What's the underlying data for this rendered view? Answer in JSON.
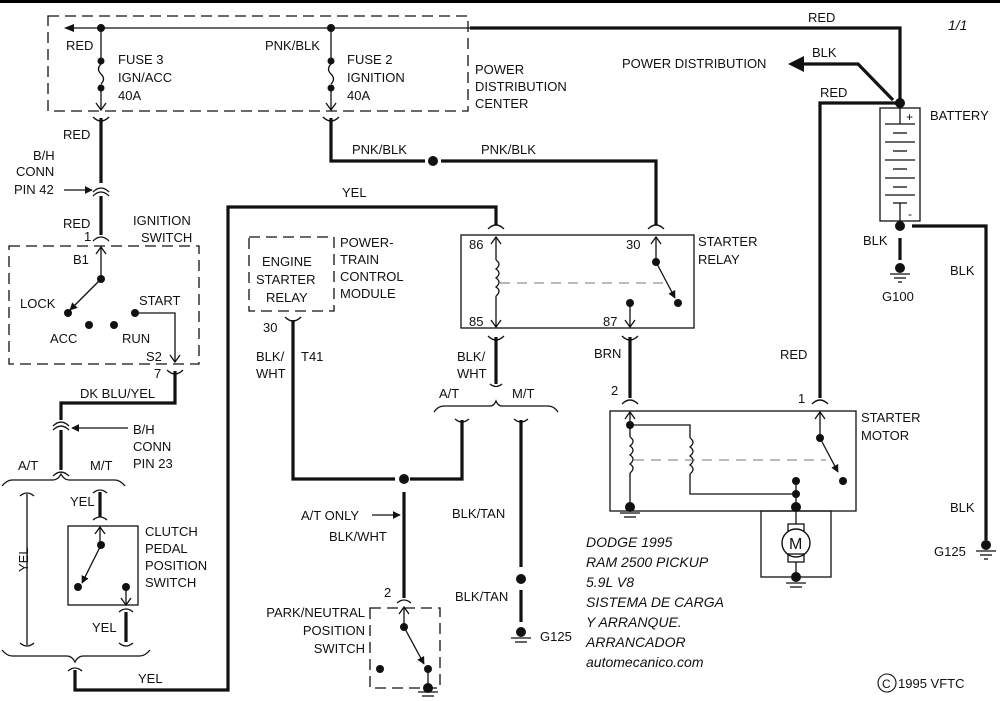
{
  "diagram": {
    "title_lines": [
      "DODGE 1995",
      "RAM 2500 PICKUP",
      "5.9L  V8",
      "SISTEMA DE CARGA",
      "Y ARRANQUE.",
      "ARRANCADOR",
      "automecanico.com"
    ],
    "page_number": "1/1",
    "copyright": "1995 VFTC",
    "copyright_symbol": "C"
  },
  "components": {
    "pdc": {
      "lines": [
        "POWER",
        "DISTRIBUTION",
        "CENTER"
      ]
    },
    "fuse3": {
      "lines": [
        "FUSE 3",
        "IGN/ACC",
        "40A"
      ]
    },
    "fuse2": {
      "lines": [
        "FUSE 2",
        "IGNITION",
        "40A"
      ]
    },
    "battery": {
      "label": "BATTERY",
      "plus": "+",
      "minus": "-"
    },
    "power_distribution": "POWER DISTRIBUTION",
    "ignition_switch": {
      "lines": [
        "IGNITION",
        "SWITCH"
      ],
      "positions": {
        "lock": "LOCK",
        "acc": "ACC",
        "run": "RUN",
        "start": "START"
      },
      "pin_in": "B1",
      "pin_out": "S2",
      "conn_in": "1",
      "conn_out": "7"
    },
    "bh_conn_42": {
      "lines": [
        "B/H",
        "CONN",
        "PIN 42"
      ]
    },
    "bh_conn_23": {
      "lines": [
        "B/H",
        "CONN",
        "PIN 23"
      ]
    },
    "pcm": {
      "inner_lines": [
        "ENGINE",
        "STARTER",
        "RELAY"
      ],
      "lines": [
        "POWER-",
        "TRAIN",
        "CONTROL",
        "MODULE"
      ],
      "pin": "30",
      "circuit": "T41"
    },
    "starter_relay": {
      "lines": [
        "STARTER",
        "RELAY"
      ],
      "pins": {
        "p86": "86",
        "p85": "85",
        "p30": "30",
        "p87": "87"
      }
    },
    "starter_motor": {
      "lines": [
        "STARTER",
        "MOTOR"
      ],
      "conn_1": "1",
      "conn_2": "2",
      "motor_symbol": "M"
    },
    "clutch_switch": {
      "lines": [
        "CLUTCH",
        "PEDAL",
        "POSITION",
        "SWITCH"
      ]
    },
    "pn_switch": {
      "lines": [
        "PARK/NEUTRAL",
        "POSITION",
        "SWITCH"
      ],
      "conn": "2"
    },
    "grounds": {
      "g100": "G100",
      "g125_mid": "G125",
      "g125_right": "G125"
    }
  },
  "wires": {
    "red_fuse3": "RED",
    "pnk_blk_fuse2": "PNK/BLK",
    "red_top": "RED",
    "blk_pd": "BLK",
    "red_battery": "RED",
    "red_below_fuse3": "RED",
    "red_above_ign": "RED",
    "pnk_blk_left": "PNK/BLK",
    "pnk_blk_right": "PNK/BLK",
    "yel_top": "YEL",
    "blk_battery_neg": "BLK",
    "blk_right": "BLK",
    "blk_right_lower": "BLK",
    "dk_blu_yel": "DK BLU/YEL",
    "blk_wht_pcm": [
      "BLK/",
      "WHT"
    ],
    "blk_wht_relay": [
      "BLK/",
      "WHT"
    ],
    "brn": "BRN",
    "red_starter": "RED",
    "at_left": "A/T",
    "mt_left": "M/T",
    "at_mid": "A/T",
    "mt_mid": "M/T",
    "yel_vertical": "YEL",
    "yel_clutch_top": "YEL",
    "yel_clutch_bottom": "YEL",
    "yel_bottom": "YEL",
    "at_only": "A/T ONLY",
    "blk_wht_pn": "BLK/WHT",
    "blk_tan_upper": "BLK/TAN",
    "blk_tan_lower": "BLK/TAN"
  }
}
